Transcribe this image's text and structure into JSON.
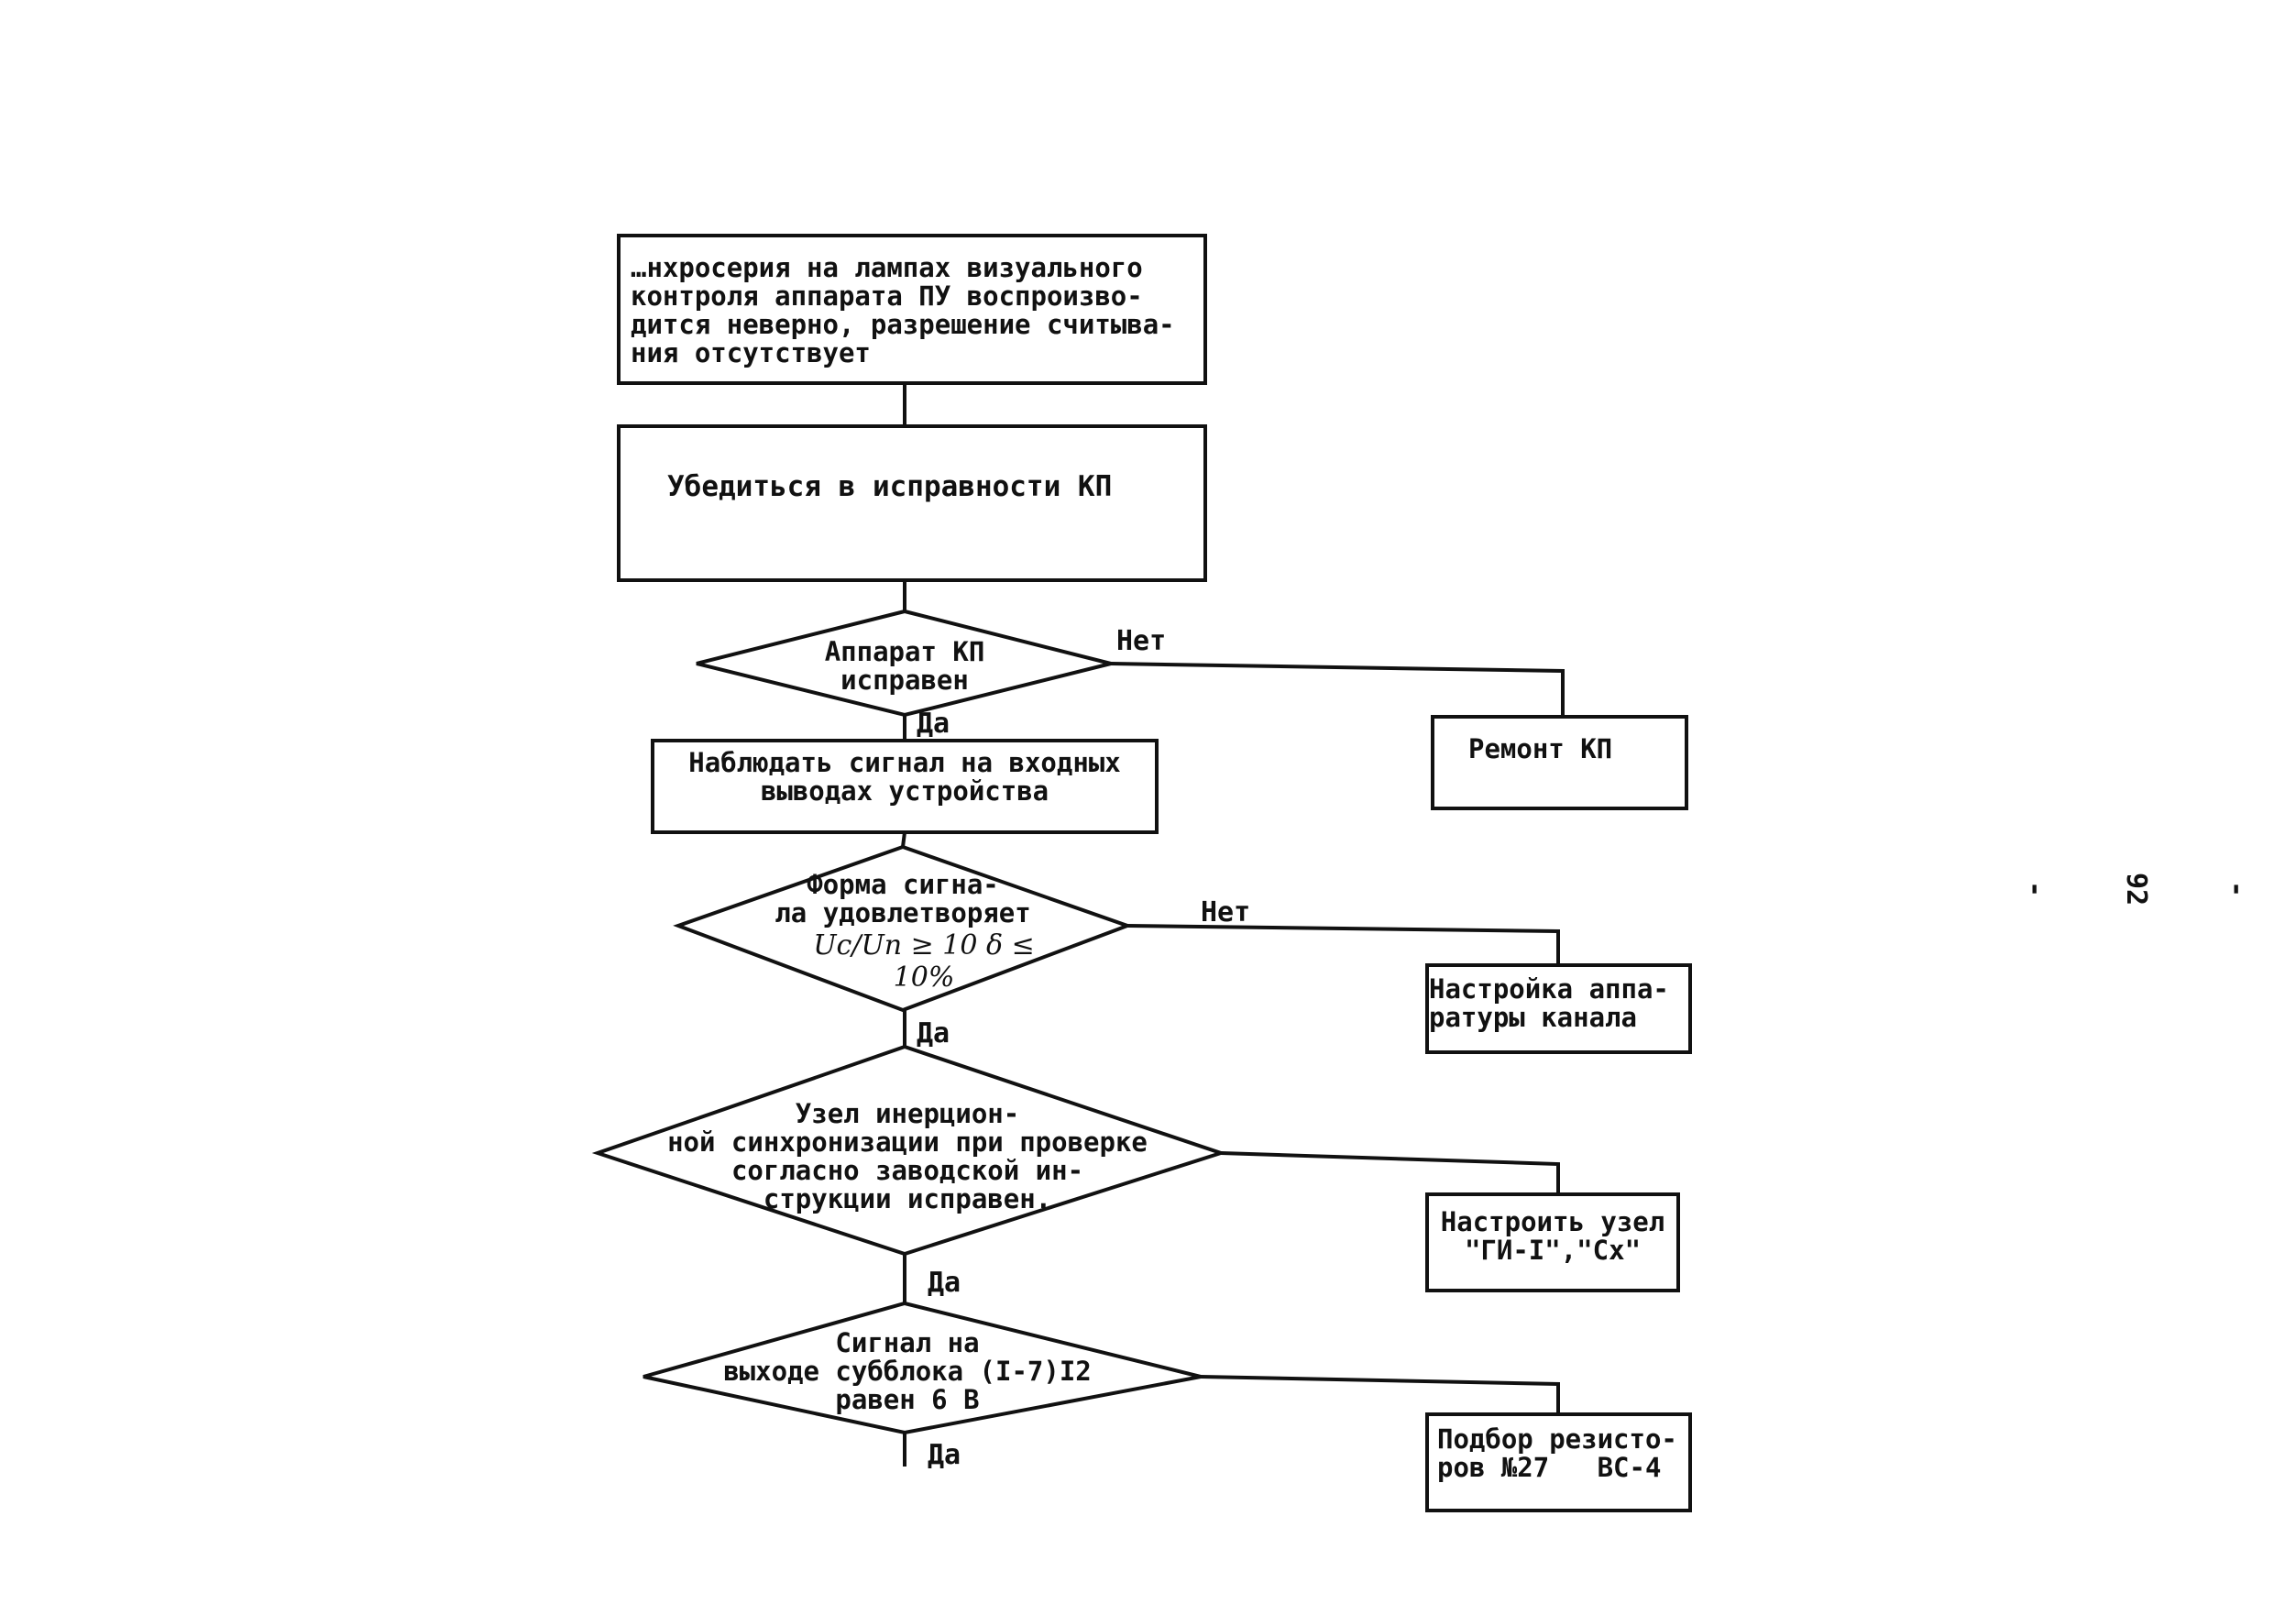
{
  "flowchart": {
    "start_box": "…нхросерия на лампах визуального\nконтроля аппарата ПУ воспроизво-\nдится неверно, разрешение считыва-\nния отсутствует",
    "check_box": "Убедиться в исправности КП",
    "decision1": "Аппарат КП\nисправен",
    "decision1_no_label": "Нет",
    "decision1_yes_label": "Да",
    "repair_box": "Ремонт КП",
    "observe_box": "Наблюдать сигнал на входных\nвыводах устройства",
    "decision2_text": "Форма сигна-\nла удовлетворяет",
    "decision2_formula": "Uс/Uп ≥ 10 δ ≤ 10%",
    "decision2_no_label": "Нет",
    "decision2_yes_label": "Да",
    "tune_equipment_box": "Настройка аппа-\nратуры канала",
    "decision3": "Узел инерцион-\nной синхронизации при проверке\nсогласно заводской ин-\nструкции исправен.",
    "decision3_yes_label": "Да",
    "tune_node_box": "Настроить узел\n\"ГИ-I\",\"Сх\"",
    "decision4": "Сигнал на\nвыходе субблока (I-7)I2\nравен 6 В",
    "decision4_yes_label": "Да",
    "resistor_box": "Подбор резисто-\nров №27   ВС-4"
  },
  "page_number": "- 92 -"
}
